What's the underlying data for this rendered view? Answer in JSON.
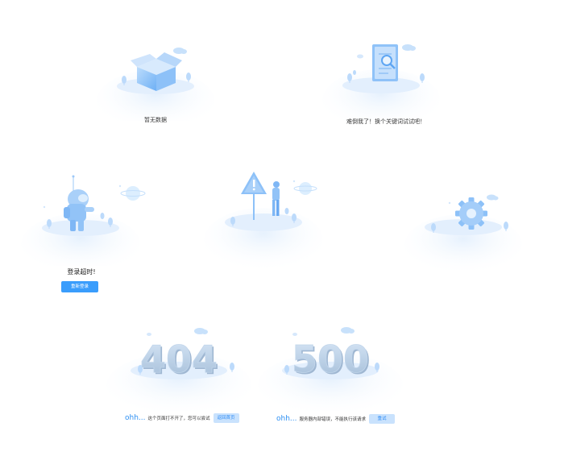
{
  "empty_data": {
    "label": "暂无数据"
  },
  "no_results": {
    "label": "难倒我了！换个关键词试试吧！"
  },
  "login_timeout": {
    "label": "登录超时!",
    "button": "重新登录"
  },
  "error_404": {
    "code": "404",
    "prefix": "ohh...",
    "message": "这个页面打不开了，您可以尝试",
    "button": "返回首页"
  },
  "error_500": {
    "code": "500",
    "prefix": "ohh...",
    "message": "服务器内部错误，不能执行该请求",
    "button": "重试"
  },
  "colors": {
    "accent": "#3a9dfc",
    "light_blue": "#c9e2fd",
    "illustration": "#9ec9f7"
  }
}
